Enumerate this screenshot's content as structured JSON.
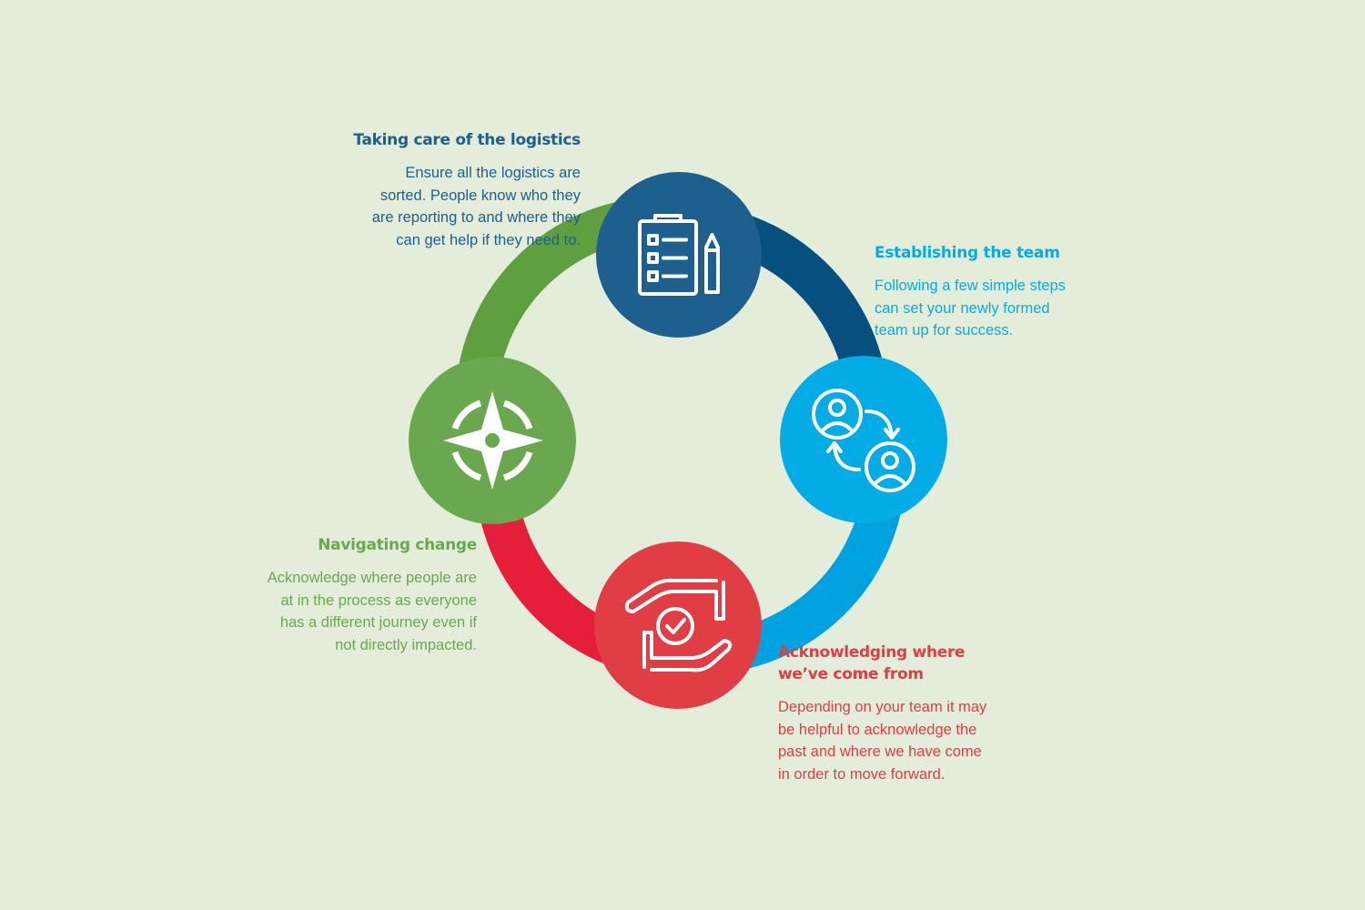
{
  "colors": {
    "background": "#e3edda",
    "logistics": "#1d5f8f",
    "team": "#04ace6",
    "acknowledging": "#e13d45",
    "navigating": "#6aa84f",
    "ring_logistics_team": "#05507f",
    "ring_team_ack": "#00a3e0",
    "ring_ack_nav": "#e51e3a",
    "ring_nav_logistics": "#5f9f40",
    "icon_stroke": "#ffffff"
  },
  "steps": {
    "logistics": {
      "icon": "clipboard-checklist-icon",
      "title": "Taking care of the logistics",
      "lines": [
        "Ensure all the logistics are",
        "sorted.  People know who they",
        "are reporting to and where they",
        "can get help if they need to."
      ]
    },
    "team": {
      "icon": "people-exchange-icon",
      "title": "Establishing the team",
      "lines": [
        "Following a few simple steps",
        "can set your newly formed",
        "team up for success."
      ]
    },
    "acknowledging": {
      "icon": "hands-checkmark-icon",
      "title_lines": [
        "Acknowledging where",
        "we’ve come from"
      ],
      "lines": [
        "Depending on your team it may",
        "be helpful to acknowledge the",
        "past and where we have come",
        "in order to move forward."
      ]
    },
    "navigating": {
      "icon": "compass-icon",
      "title": "Navigating change",
      "lines": [
        "Acknowledge where people are",
        "at in the process as everyone",
        "has a different journey even if",
        "not directly impacted."
      ]
    }
  }
}
